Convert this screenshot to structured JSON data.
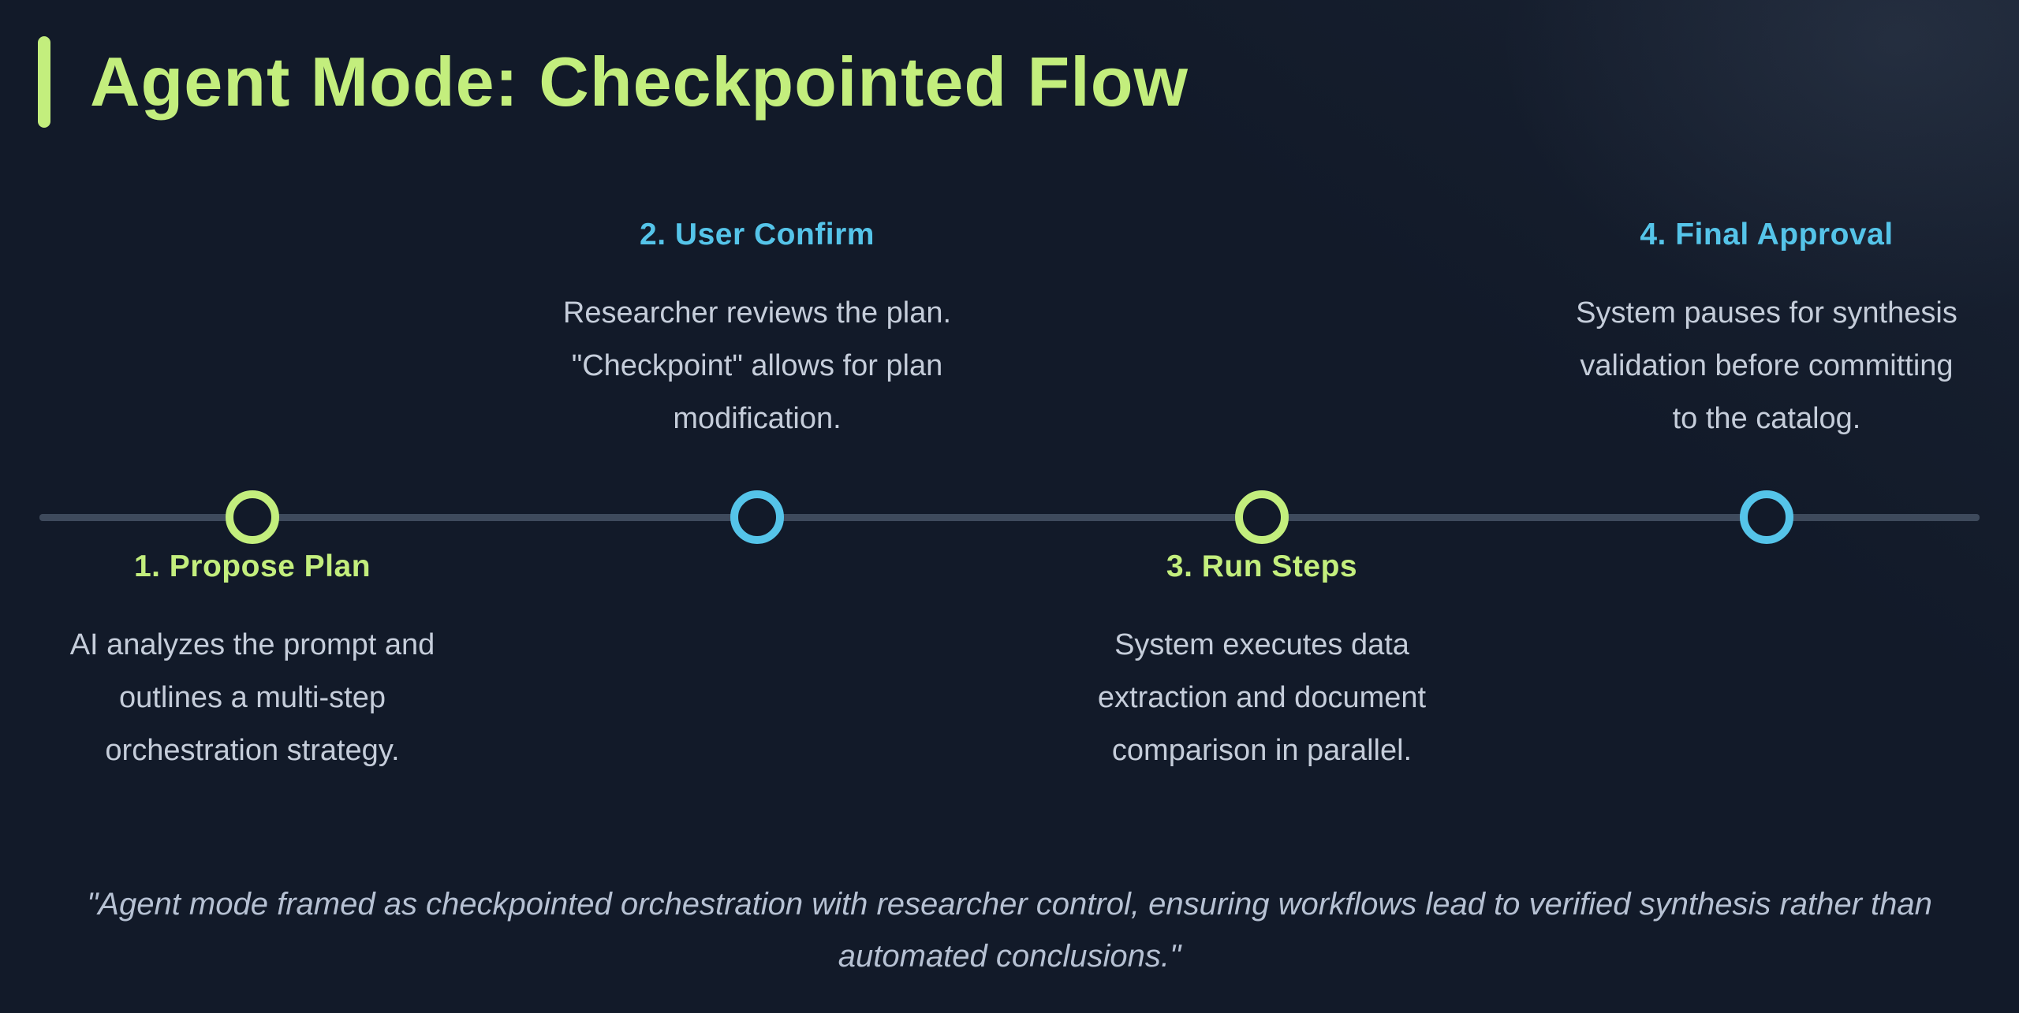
{
  "slide": {
    "title": "Agent Mode: Checkpointed Flow",
    "quote": "\"Agent mode framed as checkpointed orchestration with researcher control, ensuring workflows lead to verified synthesis rather than automated conclusions.\""
  },
  "steps": [
    {
      "label": "1. Propose Plan",
      "description": "AI analyzes the prompt and\noutlines a multi-step\norchestration strategy.",
      "accent": "green",
      "placement": "below-line"
    },
    {
      "label": "2. User Confirm",
      "description": "Researcher reviews the plan.\n\"Checkpoint\" allows for plan\nmodification.",
      "accent": "blue",
      "placement": "above-line"
    },
    {
      "label": "3. Run Steps",
      "description": "System executes data\nextraction and document\ncomparison in parallel.",
      "accent": "green",
      "placement": "below-line"
    },
    {
      "label": "4. Final Approval",
      "description": "System pauses for synthesis\nvalidation before committing\nto the catalog.",
      "accent": "blue",
      "placement": "above-line"
    }
  ],
  "colors": {
    "green": "#c3ee7d",
    "blue": "#55c4e9",
    "background": "#121a29",
    "timeline_line": "#3e4a5c",
    "description_text": "#c5cdda",
    "quote_text": "#b6c1d3"
  }
}
